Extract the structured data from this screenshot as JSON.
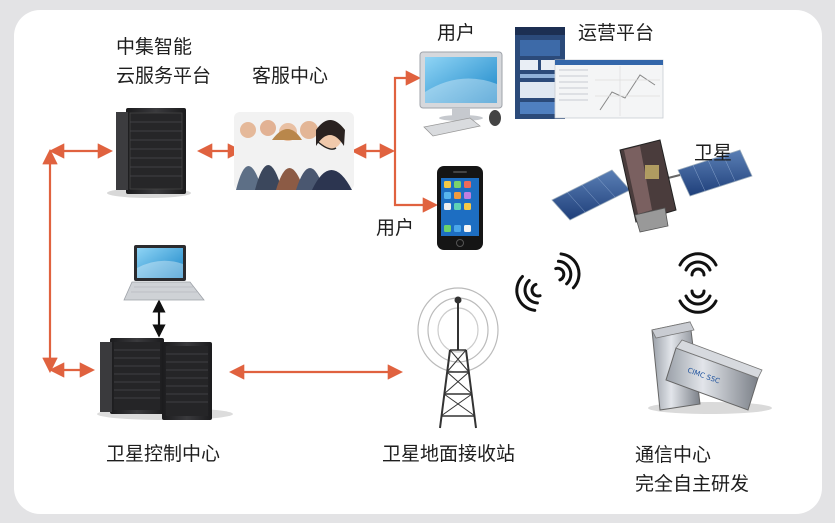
{
  "labels": {
    "cloud_platform_line1": "中集智能",
    "cloud_platform_line2": "云服务平台",
    "customer_service": "客服中心",
    "user_pc": "用户",
    "ops_platform": "运营平台",
    "satellite": "卫星",
    "user_phone": "用户",
    "sat_control": "卫星控制中心",
    "ground_station": "卫星地面接收站",
    "comm_center_line1": "通信中心",
    "comm_center_line2": "完全自主研发"
  },
  "device_text": "CIMC SSC",
  "colors": {
    "arrow": "#e0623f",
    "double_arrow": "#111111",
    "server": "#2a2a2c",
    "panel_bg": "#ffffff",
    "outer_bg": "#e3e3e5"
  }
}
